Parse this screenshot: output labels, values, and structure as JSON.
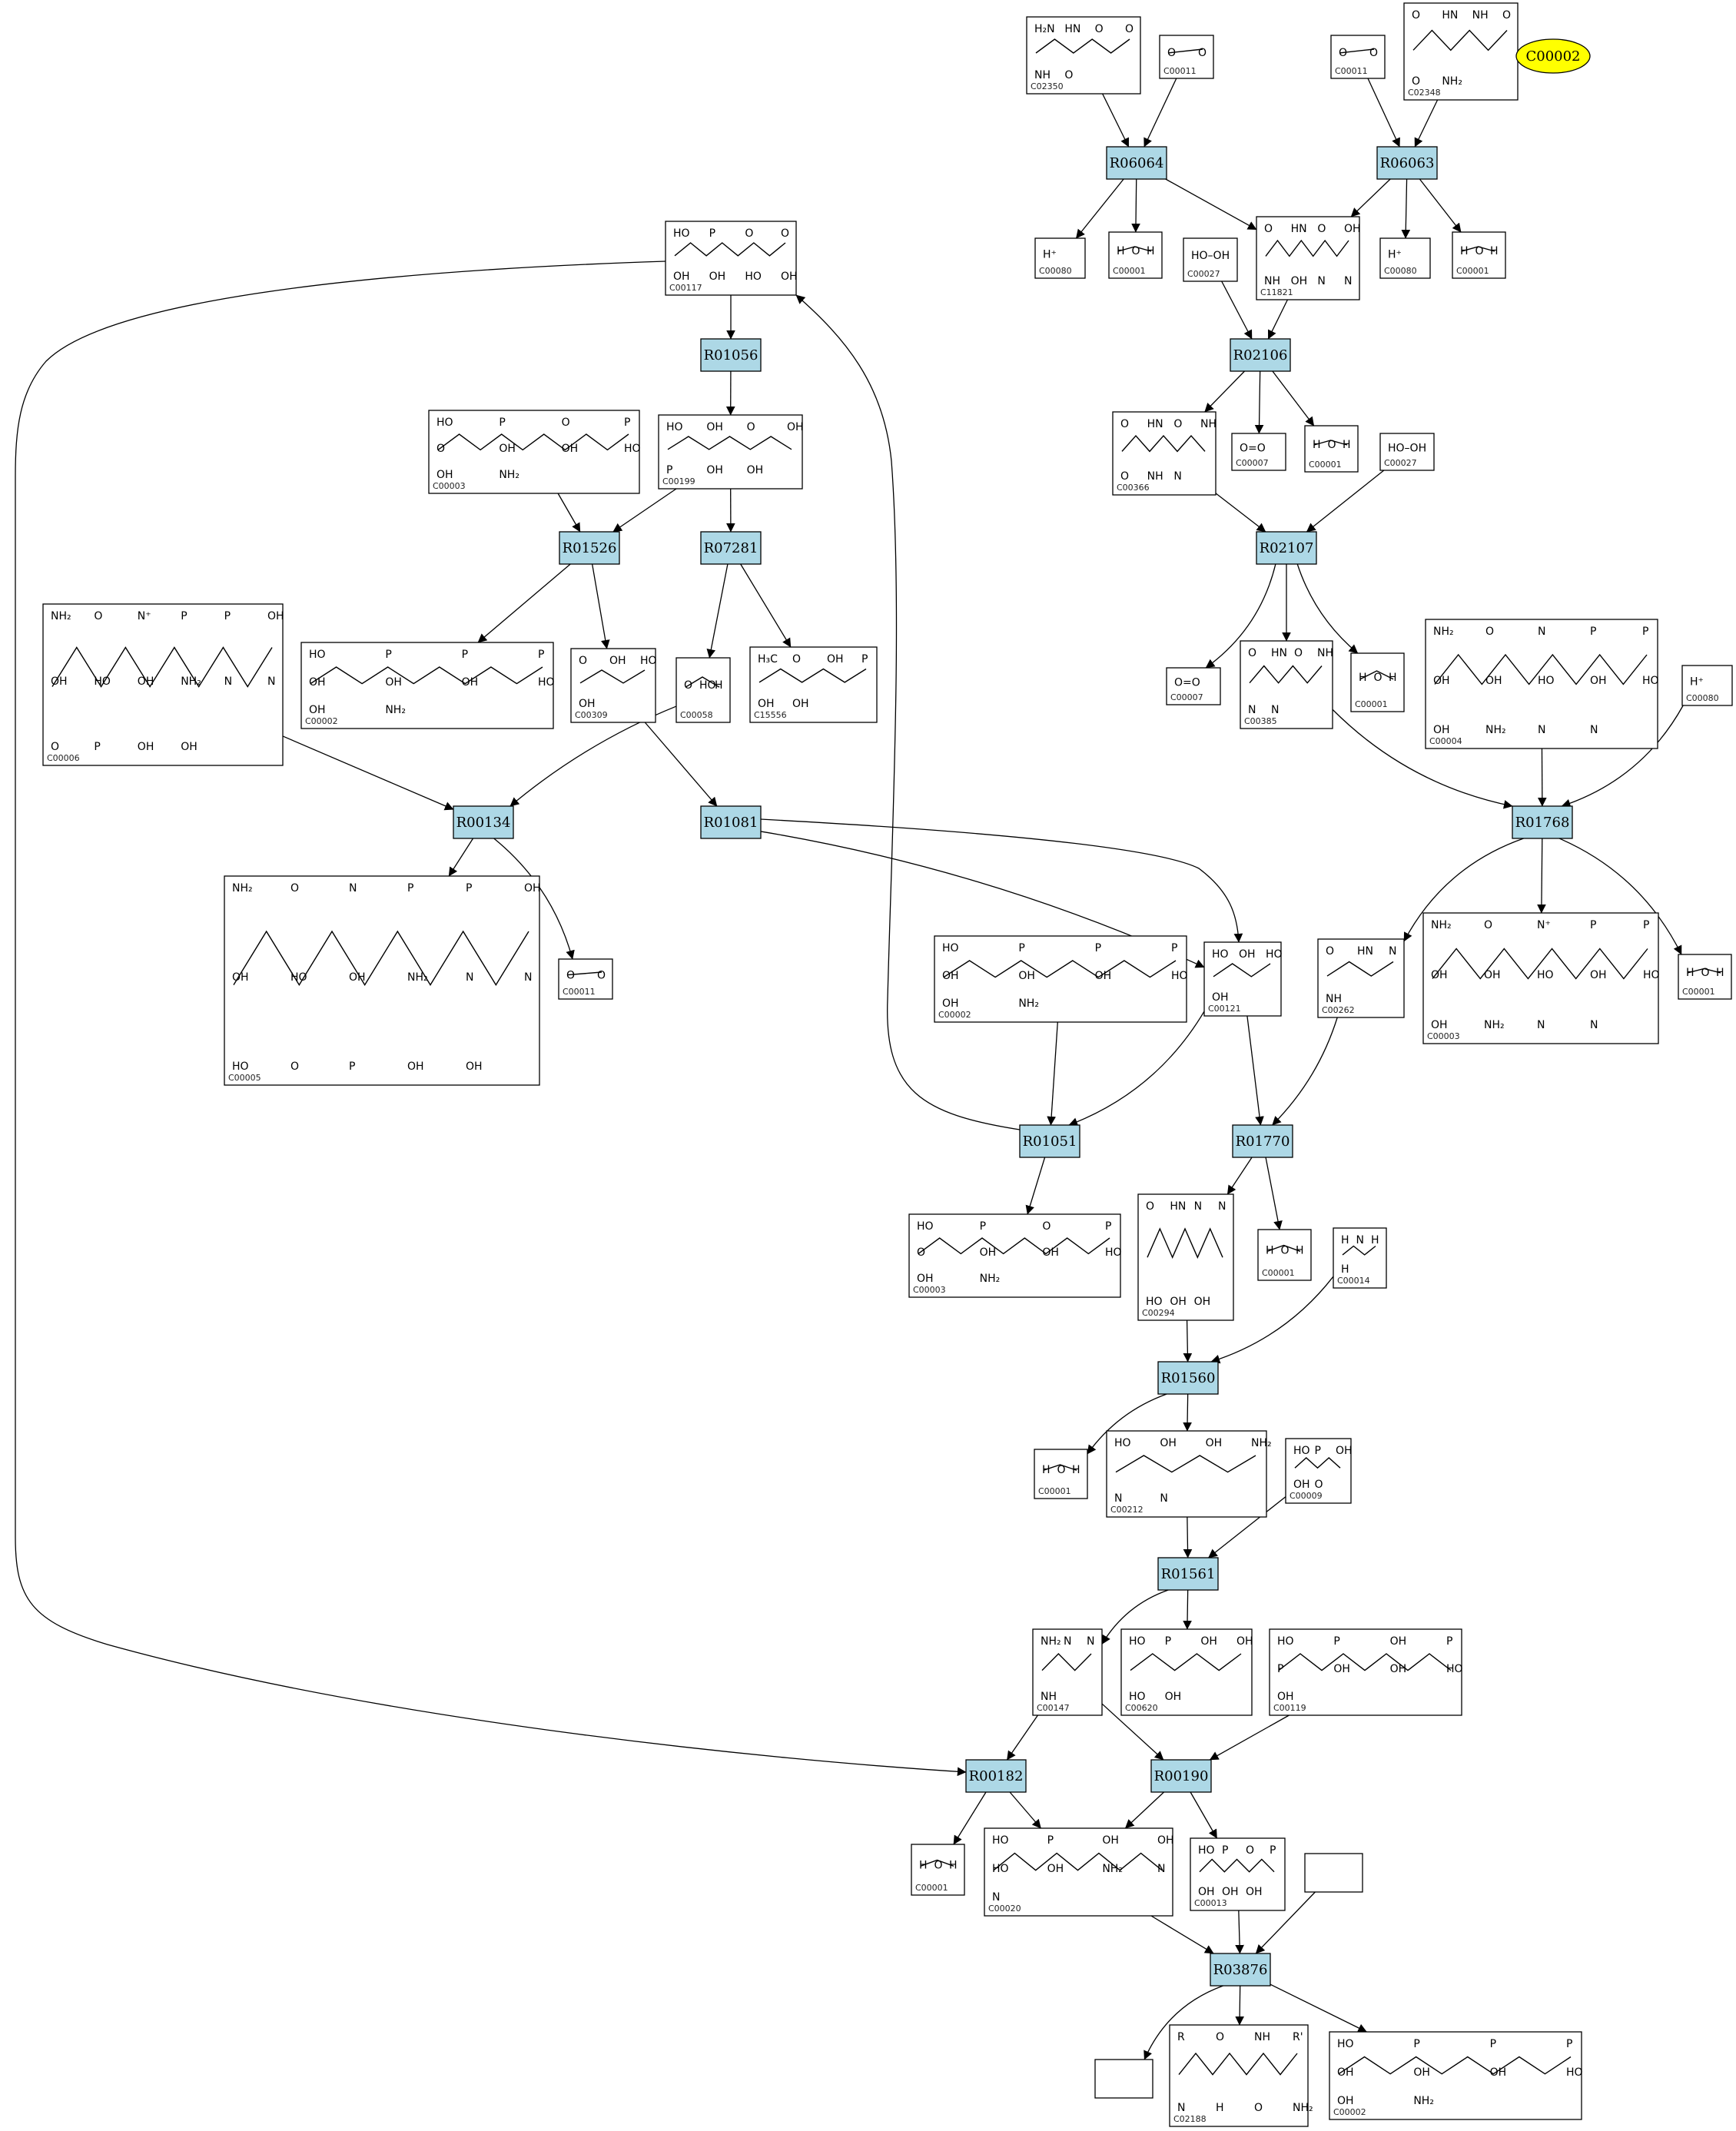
{
  "highlight_node": {
    "label": "C00002",
    "color": "#ffff00"
  },
  "reactions": [
    {
      "id": "R06064"
    },
    {
      "id": "R06063"
    },
    {
      "id": "R01056"
    },
    {
      "id": "R02106"
    },
    {
      "id": "R01526"
    },
    {
      "id": "R07281"
    },
    {
      "id": "R02107"
    },
    {
      "id": "R00134"
    },
    {
      "id": "R01081"
    },
    {
      "id": "R01768"
    },
    {
      "id": "R01051"
    },
    {
      "id": "R01770"
    },
    {
      "id": "R01560"
    },
    {
      "id": "R01561"
    },
    {
      "id": "R00182"
    },
    {
      "id": "R00190"
    },
    {
      "id": "R03876"
    }
  ],
  "compounds": [
    {
      "key": "c02350",
      "label": "C02350",
      "atoms": [
        "H₂N",
        "HN",
        "O",
        "O",
        "NH",
        "O"
      ]
    },
    {
      "key": "c00011a",
      "label": "C00011",
      "atoms": [
        "O",
        "O"
      ]
    },
    {
      "key": "c00011b",
      "label": "C00011",
      "atoms": [
        "O",
        "O"
      ]
    },
    {
      "key": "c02348",
      "label": "C02348",
      "atoms": [
        "O",
        "HN",
        "NH",
        "O",
        "O",
        "NH₂"
      ]
    },
    {
      "key": "c00117",
      "label": "C00117",
      "atoms": [
        "HO",
        "P",
        "O",
        "O",
        "OH",
        "OH",
        "HO",
        "OH"
      ]
    },
    {
      "key": "c00080a",
      "label": "C00080",
      "atoms": [
        "H⁺"
      ]
    },
    {
      "key": "c00001a",
      "label": "C00001",
      "atoms": [
        "H",
        "O",
        "H"
      ]
    },
    {
      "key": "c00027a",
      "label": "C00027",
      "atoms": [
        "HO–OH"
      ]
    },
    {
      "key": "c11821",
      "label": "C11821",
      "atoms": [
        "O",
        "HN",
        "O",
        "OH",
        "NH",
        "OH",
        "N",
        "N"
      ]
    },
    {
      "key": "c00080b",
      "label": "C00080",
      "atoms": [
        "H⁺"
      ]
    },
    {
      "key": "c00001b",
      "label": "C00001",
      "atoms": [
        "H",
        "O",
        "H"
      ]
    },
    {
      "key": "c00003a",
      "label": "C00003",
      "atoms": [
        "HO",
        "P",
        "O",
        "P",
        "O",
        "OH",
        "OH",
        "HO",
        "OH",
        "NH₂"
      ]
    },
    {
      "key": "c00199",
      "label": "C00199",
      "atoms": [
        "HO",
        "OH",
        "O",
        "OH",
        "P",
        "OH",
        "OH"
      ]
    },
    {
      "key": "c00366",
      "label": "C00366",
      "atoms": [
        "O",
        "HN",
        "O",
        "NH",
        "O",
        "NH",
        "N"
      ]
    },
    {
      "key": "c00007a",
      "label": "C00007",
      "atoms": [
        "O=O"
      ]
    },
    {
      "key": "c00001c",
      "label": "C00001",
      "atoms": [
        "H",
        "O",
        "H"
      ]
    },
    {
      "key": "c00027b",
      "label": "C00027",
      "atoms": [
        "HO–OH"
      ]
    },
    {
      "key": "c00006",
      "label": "C00006",
      "atoms": [
        "NH₂",
        "O",
        "N⁺",
        "P",
        "P",
        "OH",
        "OH",
        "HO",
        "OH",
        "NH₂",
        "N",
        "N",
        "O",
        "P",
        "OH",
        "OH"
      ]
    },
    {
      "key": "c00002a",
      "label": "C00002",
      "atoms": [
        "HO",
        "P",
        "P",
        "P",
        "OH",
        "OH",
        "OH",
        "HO",
        "OH",
        "NH₂"
      ]
    },
    {
      "key": "c00309",
      "label": "C00309",
      "atoms": [
        "O",
        "OH",
        "HO",
        "OH"
      ]
    },
    {
      "key": "c00058",
      "label": "C00058",
      "atoms": [
        "O",
        "HO",
        "H"
      ]
    },
    {
      "key": "c15556",
      "label": "C15556",
      "atoms": [
        "H₃C",
        "O",
        "OH",
        "P",
        "OH",
        "OH"
      ]
    },
    {
      "key": "c00007b",
      "label": "C00007",
      "atoms": [
        "O=O"
      ]
    },
    {
      "key": "c00385",
      "label": "C00385",
      "atoms": [
        "O",
        "HN",
        "O",
        "NH",
        "N",
        "N"
      ]
    },
    {
      "key": "c00001d",
      "label": "C00001",
      "atoms": [
        "H",
        "O",
        "H"
      ]
    },
    {
      "key": "c00004",
      "label": "C00004",
      "atoms": [
        "NH₂",
        "O",
        "N",
        "P",
        "P",
        "OH",
        "OH",
        "HO",
        "OH",
        "HO",
        "OH",
        "NH₂",
        "N",
        "N"
      ]
    },
    {
      "key": "c00080c",
      "label": "C00080",
      "atoms": [
        "H⁺"
      ]
    },
    {
      "key": "c00005",
      "label": "C00005",
      "atoms": [
        "NH₂",
        "O",
        "N",
        "P",
        "P",
        "OH",
        "OH",
        "HO",
        "OH",
        "NH₂",
        "N",
        "N",
        "HO",
        "O",
        "P",
        "OH",
        "OH"
      ]
    },
    {
      "key": "c00011c",
      "label": "C00011",
      "atoms": [
        "O",
        "O"
      ]
    },
    {
      "key": "c00002b",
      "label": "C00002",
      "atoms": [
        "HO",
        "P",
        "P",
        "P",
        "OH",
        "OH",
        "OH",
        "HO",
        "OH",
        "NH₂"
      ]
    },
    {
      "key": "c00121",
      "label": "C00121",
      "atoms": [
        "HO",
        "OH",
        "HO",
        "OH"
      ]
    },
    {
      "key": "c00262",
      "label": "C00262",
      "atoms": [
        "O",
        "HN",
        "N",
        "NH"
      ]
    },
    {
      "key": "c00003b",
      "label": "C00003",
      "atoms": [
        "NH₂",
        "O",
        "N⁺",
        "P",
        "P",
        "OH",
        "OH",
        "HO",
        "OH",
        "HO",
        "OH",
        "NH₂",
        "N",
        "N"
      ]
    },
    {
      "key": "c00001e",
      "label": "C00001",
      "atoms": [
        "H",
        "O",
        "H"
      ]
    },
    {
      "key": "c00003c",
      "label": "C00003",
      "atoms": [
        "HO",
        "P",
        "O",
        "P",
        "O",
        "OH",
        "OH",
        "HO",
        "OH",
        "NH₂"
      ]
    },
    {
      "key": "c00294",
      "label": "C00294",
      "atoms": [
        "O",
        "HN",
        "N",
        "N",
        "HO",
        "OH",
        "OH"
      ]
    },
    {
      "key": "c00001f",
      "label": "C00001",
      "atoms": [
        "H",
        "O",
        "H"
      ]
    },
    {
      "key": "c00014",
      "label": "C00014",
      "atoms": [
        "H",
        "N",
        "H",
        "H"
      ]
    },
    {
      "key": "c00001g",
      "label": "C00001",
      "atoms": [
        "H",
        "O",
        "H"
      ]
    },
    {
      "key": "c00212",
      "label": "C00212",
      "atoms": [
        "HO",
        "OH",
        "OH",
        "NH₂",
        "N",
        "N"
      ]
    },
    {
      "key": "c00009",
      "label": "C00009",
      "atoms": [
        "HO",
        "P",
        "OH",
        "OH",
        "O"
      ]
    },
    {
      "key": "c00147",
      "label": "C00147",
      "atoms": [
        "NH₂",
        "N",
        "N",
        "NH"
      ]
    },
    {
      "key": "c00620",
      "label": "C00620",
      "atoms": [
        "HO",
        "P",
        "OH",
        "OH",
        "HO",
        "OH"
      ]
    },
    {
      "key": "c00119",
      "label": "C00119",
      "atoms": [
        "HO",
        "P",
        "OH",
        "P",
        "P",
        "OH",
        "OH",
        "HO",
        "OH"
      ]
    },
    {
      "key": "c00001h",
      "label": "C00001",
      "atoms": [
        "H",
        "O",
        "H"
      ]
    },
    {
      "key": "c00020",
      "label": "C00020",
      "atoms": [
        "HO",
        "P",
        "OH",
        "OH",
        "HO",
        "OH",
        "NH₂",
        "N",
        "N"
      ]
    },
    {
      "key": "c00013",
      "label": "C00013",
      "atoms": [
        "HO",
        "P",
        "O",
        "P",
        "OH",
        "OH",
        "OH"
      ]
    },
    {
      "key": "empty1",
      "label": "",
      "atoms": []
    },
    {
      "key": "empty2",
      "label": "",
      "atoms": []
    },
    {
      "key": "c02188",
      "label": "C02188",
      "atoms": [
        "R",
        "O",
        "NH",
        "R'",
        "N",
        "H",
        "O",
        "NH₂"
      ]
    },
    {
      "key": "c00002c",
      "label": "C00002",
      "atoms": [
        "HO",
        "P",
        "P",
        "P",
        "OH",
        "OH",
        "OH",
        "HO",
        "OH",
        "NH₂"
      ]
    }
  ]
}
